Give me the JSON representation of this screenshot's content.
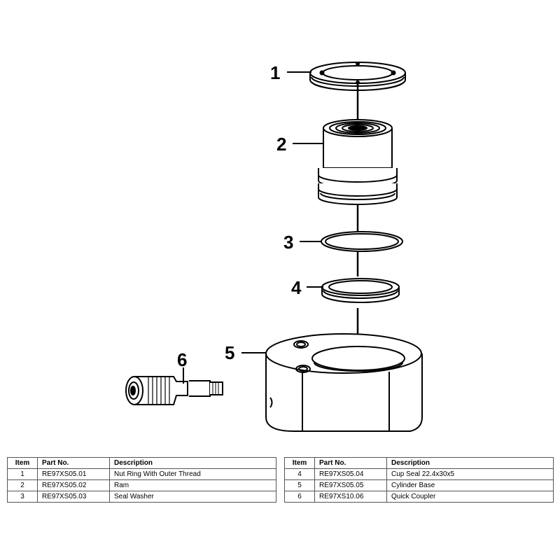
{
  "callouts": [
    "1",
    "2",
    "3",
    "4",
    "5",
    "6"
  ],
  "table_headers": {
    "item": "Item",
    "part_no": "Part No.",
    "description": "Description"
  },
  "parts": [
    {
      "item": "1",
      "part_no": "RE97XS05.01",
      "description": "Nut Ring With Outer Thread"
    },
    {
      "item": "2",
      "part_no": "RE97XS05.02",
      "description": "Ram"
    },
    {
      "item": "3",
      "part_no": "RE97XS05.03",
      "description": "Seal Washer"
    },
    {
      "item": "4",
      "part_no": "RE97XS05.04",
      "description": "Cup Seal 22.4x30x5"
    },
    {
      "item": "5",
      "part_no": "RE97XS05.05",
      "description": "Cylinder Base"
    },
    {
      "item": "6",
      "part_no": "RE97XS10.06",
      "description": "Quick Coupler"
    }
  ]
}
